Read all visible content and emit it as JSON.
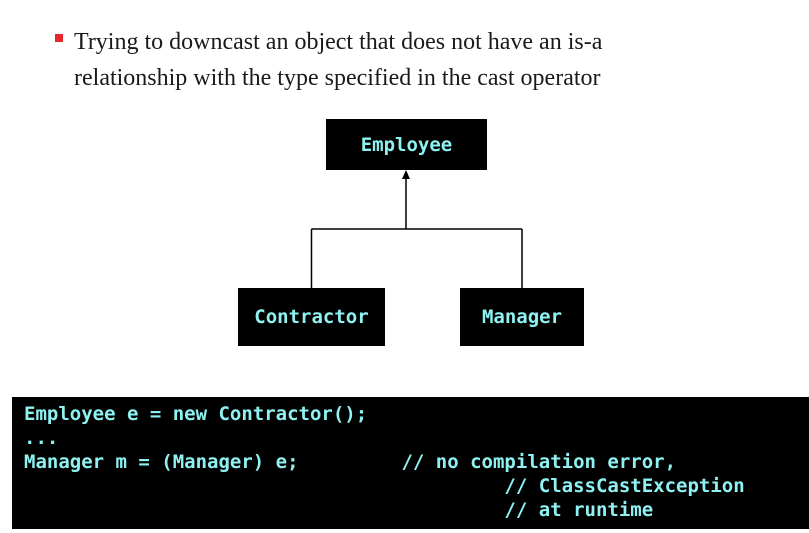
{
  "bullet": {
    "line1": "Trying to downcast an object that does not have an is-a",
    "line2": "relationship with the type specified in the cast operator"
  },
  "diagram": {
    "parent": "Employee",
    "child_left": "Contractor",
    "child_right": "Manager",
    "box_color": "#000000",
    "text_color": "#8ff2f2"
  },
  "code": {
    "lines": [
      "Employee e = new Contractor();",
      "...",
      "Manager m = (Manager) e;         // no compilation error,",
      "                                          // ClassCastException",
      "                                          // at runtime"
    ]
  },
  "colors": {
    "bullet_marker": "#e8262b",
    "code_background": "#000000",
    "code_text": "#8ff2f2"
  }
}
